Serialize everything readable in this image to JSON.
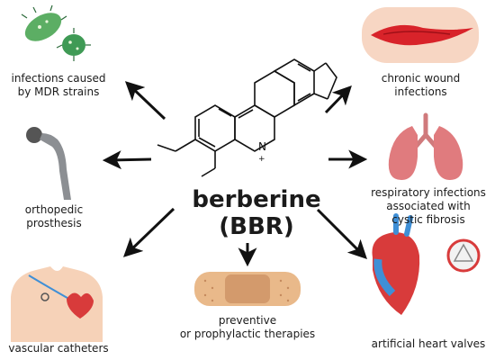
{
  "center": {
    "name": "berberine",
    "abbr": "(BBR)"
  },
  "applications": [
    {
      "label_lines": [
        "infections caused",
        "by MDR strains"
      ],
      "icon": "bacteria-icon"
    },
    {
      "label_lines": [
        "chronic wound",
        "infections"
      ],
      "icon": "wound-icon"
    },
    {
      "label_lines": [
        "orthopedic",
        "prosthesis"
      ],
      "icon": "hip-prosthesis-icon"
    },
    {
      "label_lines": [
        "respiratory infections",
        "associated with",
        "cystic fibrosis"
      ],
      "icon": "lungs-icon"
    },
    {
      "label_lines": [
        "vascular catheters"
      ],
      "icon": "catheter-torso-icon"
    },
    {
      "label_lines": [
        "preventive",
        "or prophylactic therapies"
      ],
      "icon": "bandage-icon"
    },
    {
      "label_lines": [
        "artificial heart valves"
      ],
      "icon": "heart-valve-icon"
    }
  ],
  "molecule": {
    "charge": "+",
    "atom": "N"
  },
  "colors": {
    "text": "#1b1b1b",
    "bacteria": "#5cae64",
    "wound": "#d8232a",
    "lungs": "#e07b7e",
    "bandage": "#e9b98a",
    "heart": "#d83b3b",
    "vessel": "#3f8fd6"
  }
}
